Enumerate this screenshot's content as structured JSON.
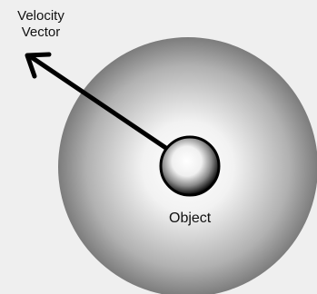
{
  "diagram": {
    "velocity_label_line1": "Velocity",
    "velocity_label_line2": "Vector",
    "object_label": "Object"
  },
  "colors": {
    "background": "#efefef",
    "outer_sphere_edge": "#7a7a7a",
    "outer_sphere_light": "#f7f7f7",
    "object_edge": "#000000",
    "object_core": "#ffffff",
    "arrow": "#000000"
  }
}
